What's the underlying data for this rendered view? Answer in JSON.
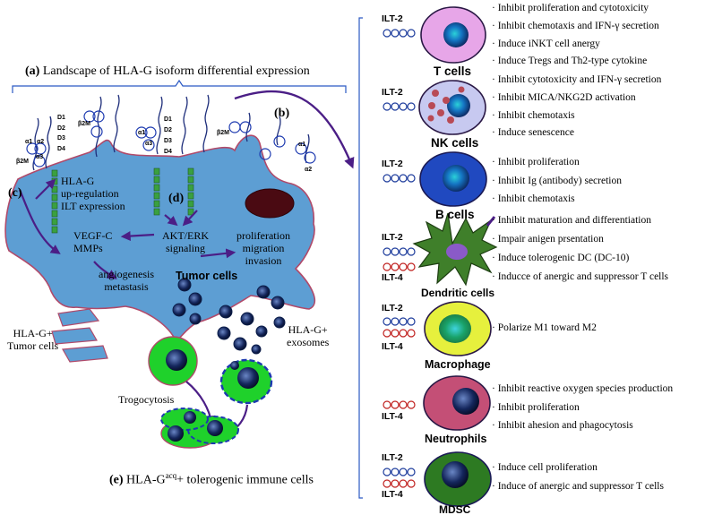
{
  "panel_a_title": "Landscape of HLA-G isoform differential expression",
  "labels": {
    "a": "(a)",
    "b": "(b)",
    "c": "(c)",
    "d": "(d)",
    "e": "(e)"
  },
  "domain_labels": {
    "d1": "D1",
    "d2": "D2",
    "d3": "D3",
    "d4": "D4",
    "a1": "α1",
    "a2": "α2",
    "a3": "α3",
    "b2m": "β2M"
  },
  "tumor": {
    "upreg_line1": "HLA-G",
    "upreg_line2": "up-regulation",
    "upreg_line3": "ILT expression",
    "vegf_line1": "VEGF-C",
    "vegf_line2": "MMPs",
    "akt_line1": "AKT/ERK",
    "akt_line2": "signaling",
    "prolif_line1": "proliferation",
    "prolif_line2": "migration",
    "prolif_line3": "invasion",
    "angio_line1": "angiogenesis",
    "angio_line2": "metastasis",
    "tumor_cells": "Tumor cells",
    "hlag_tumor_line1": "HLA-G+",
    "hlag_tumor_line2": "Tumor cells",
    "exo_line1": "HLA-G+",
    "exo_line2": "exosomes",
    "trogocytosis": "Trogocytosis",
    "acq_prefix": "HLA-G",
    "acq_sup": "acq",
    "acq_suffix": "+  tolerogenic immune cells"
  },
  "receptors": {
    "ilt2": "ILT-2",
    "ilt4": "ILT-4",
    "hla_g_domains": "α1 α2 β2M α3"
  },
  "immune_cells": [
    {
      "name": "T cells",
      "effects": [
        "· Inhibit proliferation and cytotoxicity",
        "· Inhibit chemotaxis and IFN-γ secretion",
        "· Induce iNKT cell anergy",
        "· Induce Tregs and Th2-type cytokine"
      ]
    },
    {
      "name": "NK cells",
      "effects": [
        "· Inhibit cytotoxicity and IFN-γ secretion",
        "· Inhibit MICA/NKG2D activation",
        "· Inhibit chemotaxis",
        "· Induce senescence"
      ]
    },
    {
      "name": "B cells",
      "effects": [
        "· Inhibit proliferation",
        "· Inhibit Ig (antibody) secretion",
        "· Inhibit chemotaxis"
      ]
    },
    {
      "name": "Dendritic cells",
      "effects": [
        "· Inhibit maturation and differentiation",
        "· Impair anigen prsentation",
        "· Induce tolerogenic DC  (DC-10)",
        "· Inducce of anergic and suppressor T cells"
      ]
    },
    {
      "name": "Macrophage",
      "effects": [
        "· Polarize M1 toward M2"
      ]
    },
    {
      "name": "Neutrophils",
      "effects": [
        "· Inhibit reactive oxygen species  production",
        "· Inhibit proliferation",
        "· Inhibit ahesion and phagocytosis"
      ]
    },
    {
      "name": "MDSC",
      "effects": [
        "· Induce cell proliferation",
        "· Induce of anergic and suppressor T cells"
      ]
    }
  ],
  "colors": {
    "tumor_fill": "#5d9ed3",
    "tumor_stroke": "#b04a6a",
    "arrow": "#4b1e86",
    "t_cell": "#e7a6e8",
    "nk_cell": "#c7c9f0",
    "b_cell": "#2049c0",
    "dendritic": "#3f7f2a",
    "macrophage": "#e6f03d",
    "neutrophil": "#c44f76",
    "mdsc": "#2d7a22",
    "green_cell": "#1fd12b",
    "nucleus": "#0c1e4a",
    "ilt2": "#1d3c9c",
    "ilt4": "#c0211f"
  }
}
